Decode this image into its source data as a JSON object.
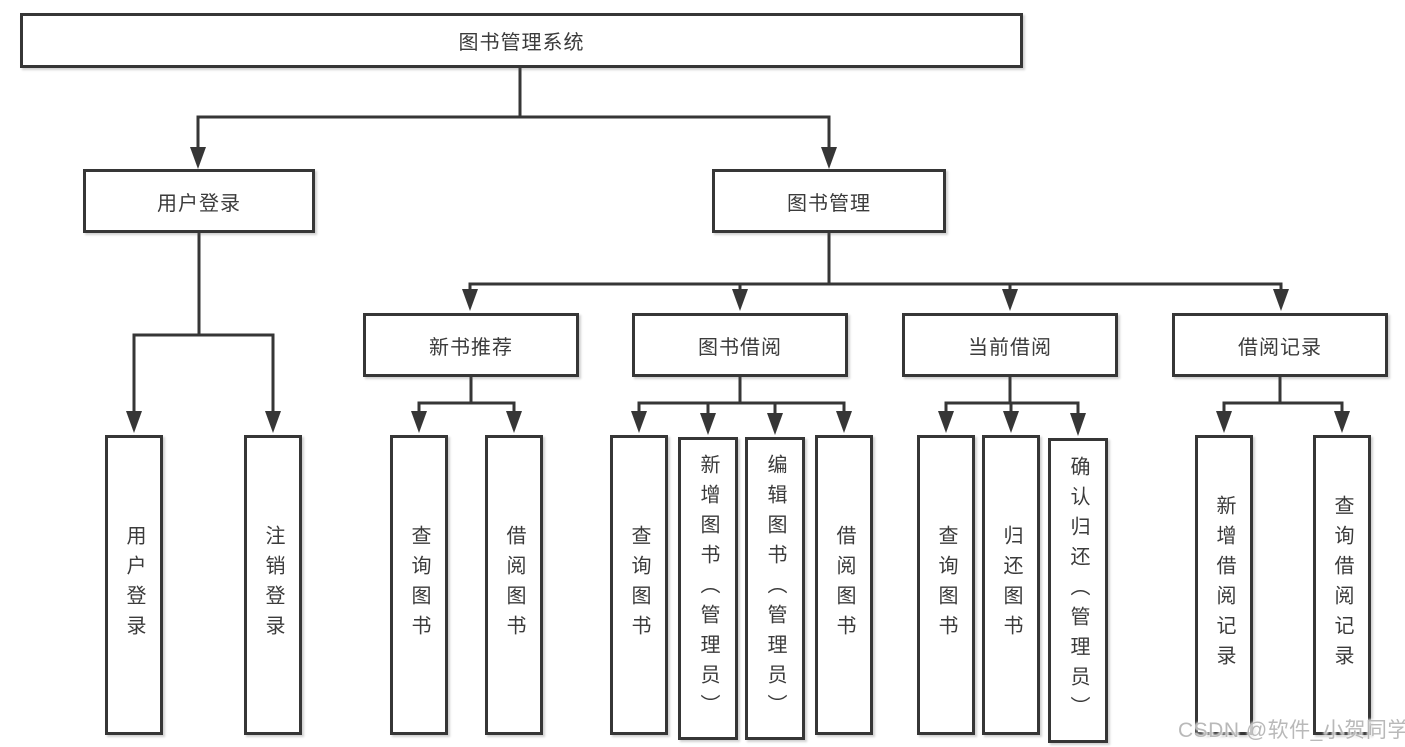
{
  "tree": {
    "root_label": "图书管理系统",
    "user_login": {
      "label": "用户登录",
      "leaves": [
        "用户登录",
        "注销登录"
      ]
    },
    "book_management": {
      "label": "图书管理",
      "sections": {
        "new_book_recommend": {
          "label": "新书推荐",
          "leaves": [
            "查询图书",
            "借阅图书"
          ]
        },
        "book_borrow": {
          "label": "图书借阅",
          "leaves": [
            "查询图书",
            "新增图书（管理员）",
            "编辑图书（管理员）",
            "借阅图书"
          ]
        },
        "current_borrow": {
          "label": "当前借阅",
          "leaves": [
            "查询图书",
            "归还图书",
            "确认归还（管理员）"
          ]
        },
        "borrow_record": {
          "label": "借阅记录",
          "leaves": [
            "新增借阅记录",
            "查询借阅记录"
          ]
        }
      }
    }
  },
  "watermark": {
    "text": "CSDN @软件_小贺同学"
  },
  "colors": {
    "line": "#363636",
    "text": "#3b3b3b",
    "background": "#ffffff",
    "watermark": "#b9b9b9"
  }
}
